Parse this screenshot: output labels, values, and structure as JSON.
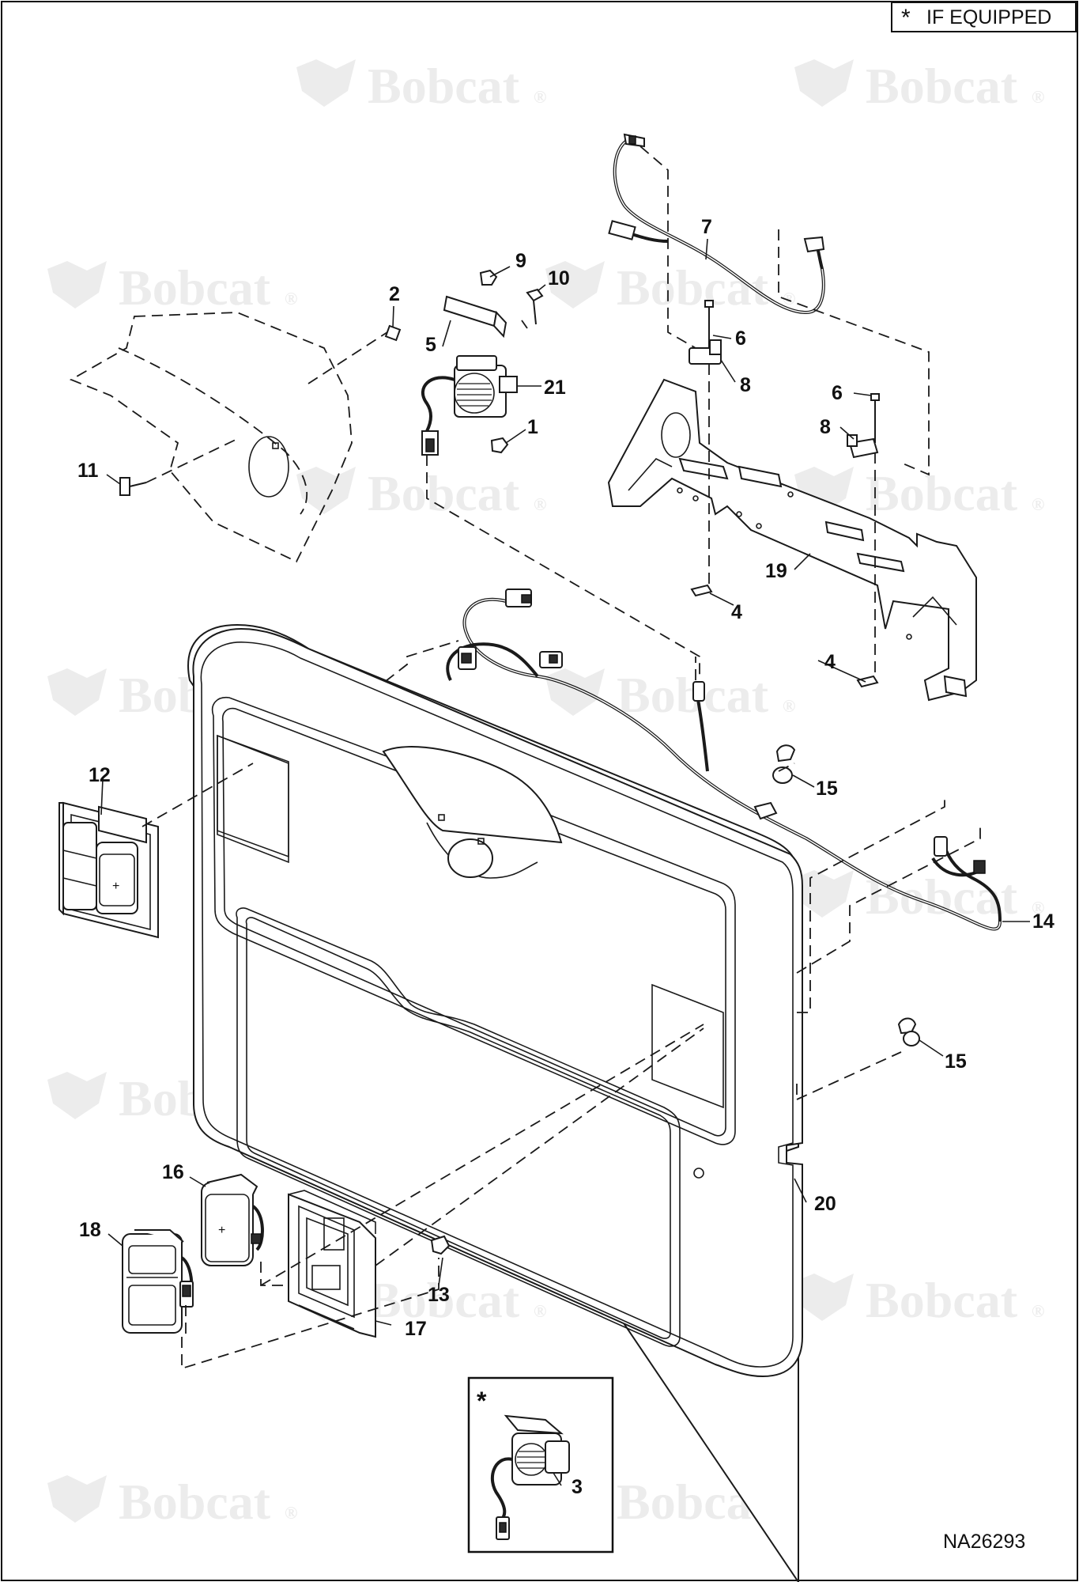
{
  "legend": {
    "star": "*",
    "text": "IF EQUIPPED"
  },
  "watermark": {
    "text": "Bobcat",
    "mark": "®"
  },
  "drawing_number": "NA26293",
  "inset": {
    "star": "*"
  },
  "callouts": {
    "c1": "1",
    "c2": "2",
    "c3": "3",
    "c4a": "4",
    "c4b": "4",
    "c5": "5",
    "c6a": "6",
    "c6b": "6",
    "c7": "7",
    "c8a": "8",
    "c8b": "8",
    "c9": "9",
    "c10": "10",
    "c11": "11",
    "c12": "12",
    "c13": "13",
    "c14": "14",
    "c15a": "15",
    "c15b": "15",
    "c16": "16",
    "c17": "17",
    "c18": "18",
    "c19": "19",
    "c20": "20",
    "c21": "21"
  }
}
